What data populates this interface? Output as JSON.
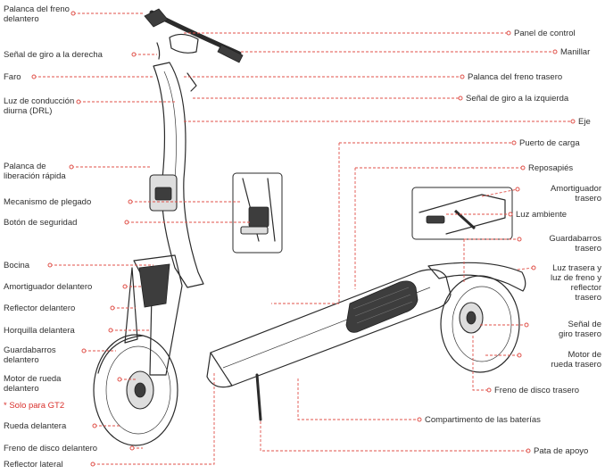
{
  "labels_left": [
    "Palanca del freno\ndelantero",
    "Señal de giro a la derecha",
    "Faro",
    "Luz de conducción\ndiurna (DRL)",
    "Palanca de\nliberación rápida",
    "Mecanismo de plegado",
    "Botón de seguridad",
    "Bocina",
    "Amortiguador delantero",
    "Reflector delantero",
    "Horquilla delantera",
    "Guardabarros\ndelantero",
    "Motor de rueda\ndelantero",
    "* Solo para GT2",
    "Rueda delantera",
    "Freno de disco delantero",
    "Reflector lateral"
  ],
  "labels_right": [
    "Panel de control",
    "Manillar",
    "Palanca del freno trasero",
    "Señal de giro a la izquierda",
    "Eje",
    "Puerto de carga",
    "Reposapiés",
    "Amortiguador\ntrasero",
    "Luz ambiente",
    "Guardabarros\ntrasero",
    "Luz trasera y\nluz de freno y\nreflector\ntrasero",
    "Señal de\ngiro trasero",
    "Motor de\nrueda trasero",
    "Freno de disco trasero",
    "Compartimento de las baterías",
    "Pata de apoyo"
  ],
  "colors": {
    "leader": "#e0524a",
    "note": "#d9302c",
    "ink": "#2b2b2b"
  }
}
